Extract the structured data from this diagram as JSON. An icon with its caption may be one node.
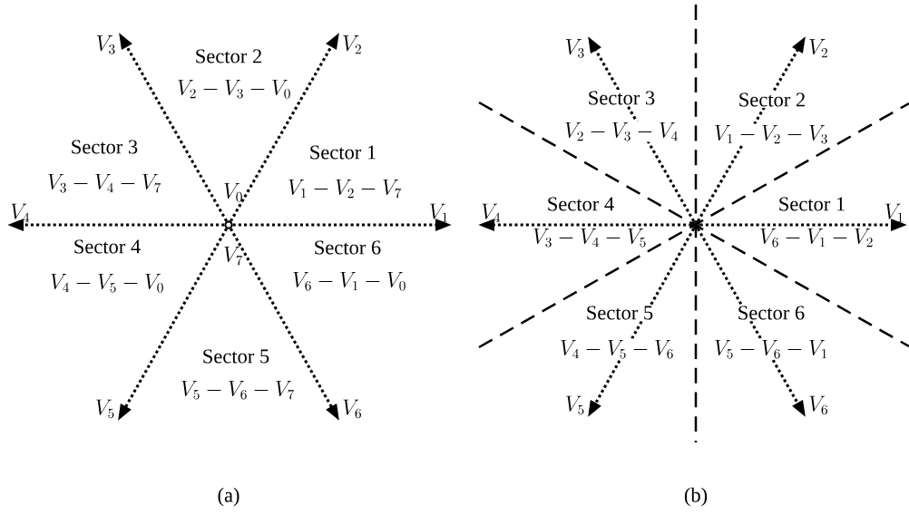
{
  "diagram": {
    "nodes": [
      {
        "text": [],
        "shape": "circle"
      },
      {
        "text": [
          "V_1"
        ]
      },
      {
        "text": [
          "V_2"
        ]
      },
      {
        "text": [
          "V_3"
        ]
      },
      {
        "text": [
          "V_4"
        ]
      },
      {
        "text": [
          "V_5"
        ]
      },
      {
        "text": [
          "V_6"
        ]
      },
      {
        "text": [],
        "shape": "circle"
      },
      {
        "text": [
          "V_1"
        ]
      },
      {
        "text": [
          "V_2"
        ]
      },
      {
        "text": [
          "V_3"
        ]
      },
      {
        "text": [
          "V_4"
        ]
      },
      {
        "text": [
          "V_5"
        ]
      },
      {
        "text": [
          "V_6"
        ]
      }
    ],
    "edges": [
      {
        "from": 0,
        "to": 1,
        "arrow": "to"
      },
      {
        "from": 0,
        "to": 2,
        "arrow": "to"
      },
      {
        "from": 0,
        "to": 3,
        "arrow": "to"
      },
      {
        "from": 0,
        "to": 4,
        "arrow": "to"
      },
      {
        "from": 0,
        "to": 5,
        "arrow": "to"
      },
      {
        "from": 0,
        "to": 6,
        "arrow": "to"
      },
      {
        "from": 7,
        "to": 8,
        "arrow": "to"
      },
      {
        "from": 7,
        "to": 9,
        "arrow": "to"
      },
      {
        "from": 7,
        "to": 10,
        "arrow": "to"
      },
      {
        "from": 7,
        "to": 11,
        "arrow": "to"
      },
      {
        "from": 7,
        "to": 12,
        "arrow": "to"
      },
      {
        "from": 7,
        "to": 13,
        "arrow": "to"
      }
    ],
    "labels": [
      "Sector 2",
      "V_2 - V_3 - V_0",
      "Sector 3",
      "V_3 - V_4 - V_7",
      "Sector 1",
      "V_1 - V_2 - V_7",
      "V_0",
      "Sector 4",
      "V_4 - V_5 - V_0",
      "V_7",
      "Sector 6",
      "V_6 - V_1 - V_0",
      "Sector 5",
      "V_5 - V_6 - V_7",
      "Sector 3",
      "V_2 - V_3 - V_4",
      "Sector 2",
      "V_1 - V_2 - V_3",
      "Sector 4",
      "V_3 - V_4 - V_5",
      "Sector 1",
      "V_6 - V_1 - V_2",
      "Sector 5",
      "V_4 - V_5 - V_6",
      "Sector 6",
      "V_5 - V_6 - V_1",
      "(a)",
      "(b)"
    ]
  }
}
